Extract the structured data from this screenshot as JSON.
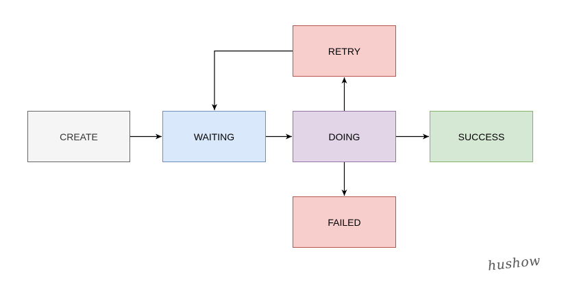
{
  "diagram": {
    "nodes": {
      "create": {
        "label": "CREATE",
        "fill": "#f5f5f5",
        "stroke": "#666666"
      },
      "waiting": {
        "label": "WAITING",
        "fill": "#dae8fc",
        "stroke": "#6c8ebf"
      },
      "doing": {
        "label": "DOING",
        "fill": "#e1d5e7",
        "stroke": "#9673a6"
      },
      "success": {
        "label": "SUCCESS",
        "fill": "#d5e8d4",
        "stroke": "#82b366"
      },
      "retry": {
        "label": "RETRY",
        "fill": "#f8cecc",
        "stroke": "#b85450"
      },
      "failed": {
        "label": "FAILED",
        "fill": "#f8cecc",
        "stroke": "#b85450"
      }
    },
    "edges": [
      {
        "from": "CREATE",
        "to": "WAITING"
      },
      {
        "from": "WAITING",
        "to": "DOING"
      },
      {
        "from": "DOING",
        "to": "SUCCESS"
      },
      {
        "from": "DOING",
        "to": "RETRY"
      },
      {
        "from": "DOING",
        "to": "FAILED"
      },
      {
        "from": "RETRY",
        "to": "WAITING"
      }
    ],
    "edge_color": "#000000"
  },
  "signature": {
    "text": "hushow"
  }
}
